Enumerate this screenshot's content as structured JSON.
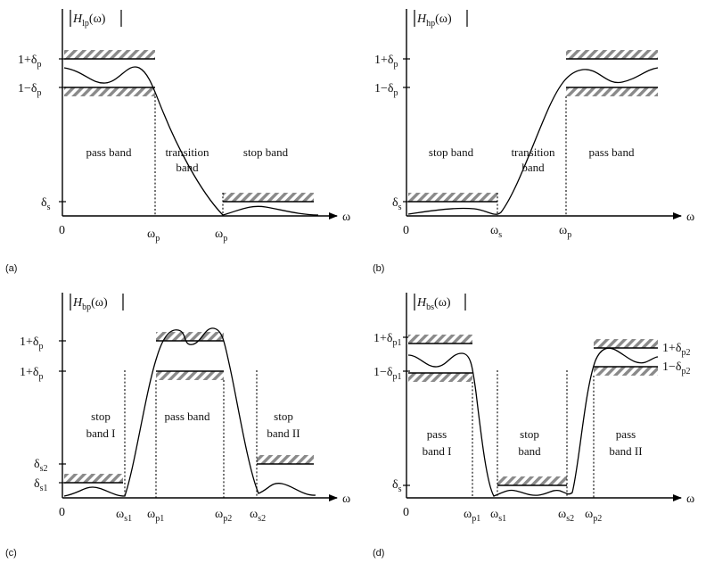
{
  "panels": [
    {
      "id": "a",
      "label": "(a)",
      "mag_base": "H",
      "mag_sub": "lp",
      "mag_arg": "(ω)",
      "omega": "ω",
      "origin": "0",
      "levels": [
        {
          "base": "1+δ",
          "sub": "p"
        },
        {
          "base": "1−δ",
          "sub": "p"
        },
        {
          "base": "δ",
          "sub": "s"
        }
      ],
      "freqs": [
        {
          "base": "ω",
          "sub": "p"
        },
        {
          "base": "ω",
          "sub": "p"
        }
      ],
      "bands": [
        {
          "line1": "pass band",
          "line2": ""
        },
        {
          "line1": "transition",
          "line2": "band"
        },
        {
          "line1": "stop band",
          "line2": ""
        }
      ]
    },
    {
      "id": "b",
      "label": "(b)",
      "mag_base": "H",
      "mag_sub": "hp",
      "mag_arg": "(ω)",
      "omega": "ω",
      "origin": "0",
      "levels": [
        {
          "base": "1+δ",
          "sub": "p"
        },
        {
          "base": "1−δ",
          "sub": "p"
        },
        {
          "base": "δ",
          "sub": "s"
        }
      ],
      "freqs": [
        {
          "base": "ω",
          "sub": "s"
        },
        {
          "base": "ω",
          "sub": "p"
        }
      ],
      "bands": [
        {
          "line1": "stop band",
          "line2": ""
        },
        {
          "line1": "transition",
          "line2": "band"
        },
        {
          "line1": "pass band",
          "line2": ""
        }
      ]
    },
    {
      "id": "c",
      "label": "(c)",
      "mag_base": "H",
      "mag_sub": "bp",
      "mag_arg": "(ω)",
      "omega": "ω",
      "origin": "0",
      "levels": [
        {
          "base": "1+δ",
          "sub": "p"
        },
        {
          "base": "1+δ",
          "sub": "p"
        },
        {
          "base": "δ",
          "sub": "s2"
        },
        {
          "base": "δ",
          "sub": "s1"
        }
      ],
      "freqs": [
        {
          "base": "ω",
          "sub": "s1"
        },
        {
          "base": "ω",
          "sub": "p1"
        },
        {
          "base": "ω",
          "sub": "p2"
        },
        {
          "base": "ω",
          "sub": "s2"
        }
      ],
      "bands": [
        {
          "line1": "stop",
          "line2": "band I"
        },
        {
          "line1": "pass band",
          "line2": ""
        },
        {
          "line1": "stop",
          "line2": "band II"
        }
      ]
    },
    {
      "id": "d",
      "label": "(d)",
      "mag_base": "H",
      "mag_sub": "bs",
      "mag_arg": "(ω)",
      "omega": "ω",
      "origin": "0",
      "levels": [
        {
          "base": "1+δ",
          "sub": "p1"
        },
        {
          "base": "1−δ",
          "sub": "p1"
        },
        {
          "base": "δ",
          "sub": "s"
        },
        {
          "base": "1+δ",
          "sub": "p2"
        },
        {
          "base": "1−δ",
          "sub": "p2"
        }
      ],
      "freqs": [
        {
          "base": "ω",
          "sub": "p1"
        },
        {
          "base": "ω",
          "sub": "s1"
        },
        {
          "base": "ω",
          "sub": "s2"
        },
        {
          "base": "ω",
          "sub": "p2"
        }
      ],
      "bands": [
        {
          "line1": "pass",
          "line2": "band I"
        },
        {
          "line1": "stop",
          "line2": "band"
        },
        {
          "line1": "pass",
          "line2": "band II"
        }
      ]
    }
  ]
}
